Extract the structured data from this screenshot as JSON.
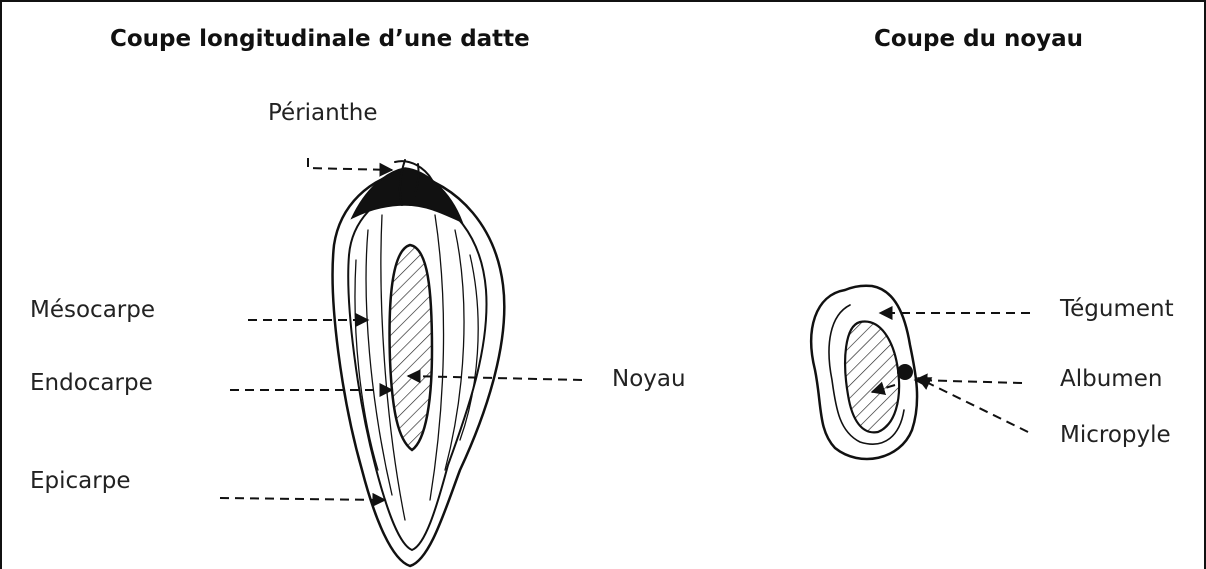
{
  "titles": {
    "left": "Coupe longitudinale d’une datte",
    "right": "Coupe du noyau"
  },
  "labels": {
    "perianthe": "Périanthe",
    "mesocarpe": "Mésocarpe",
    "endocarpe": "Endocarpe",
    "epicarpe": "Epicarpe",
    "noyau": "Noyau",
    "tegument": "Tégument",
    "albumen": "Albumen",
    "micropyle": "Micropyle"
  }
}
